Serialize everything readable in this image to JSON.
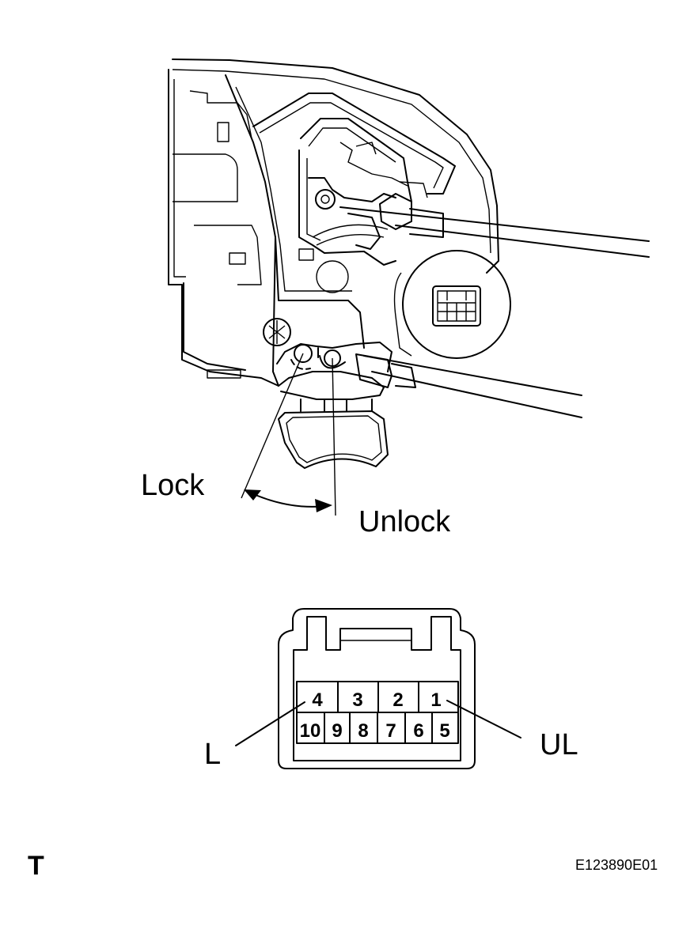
{
  "actuator": {
    "lock_label": "Lock",
    "unlock_label": "Unlock"
  },
  "connector": {
    "top_row": [
      "4",
      "3",
      "2",
      "1"
    ],
    "bottom_row": [
      "10",
      "9",
      "8",
      "7",
      "6",
      "5"
    ],
    "left_label": "L",
    "right_label": "UL"
  },
  "footer": {
    "mark": "T",
    "figure_code": "E123890E01"
  }
}
